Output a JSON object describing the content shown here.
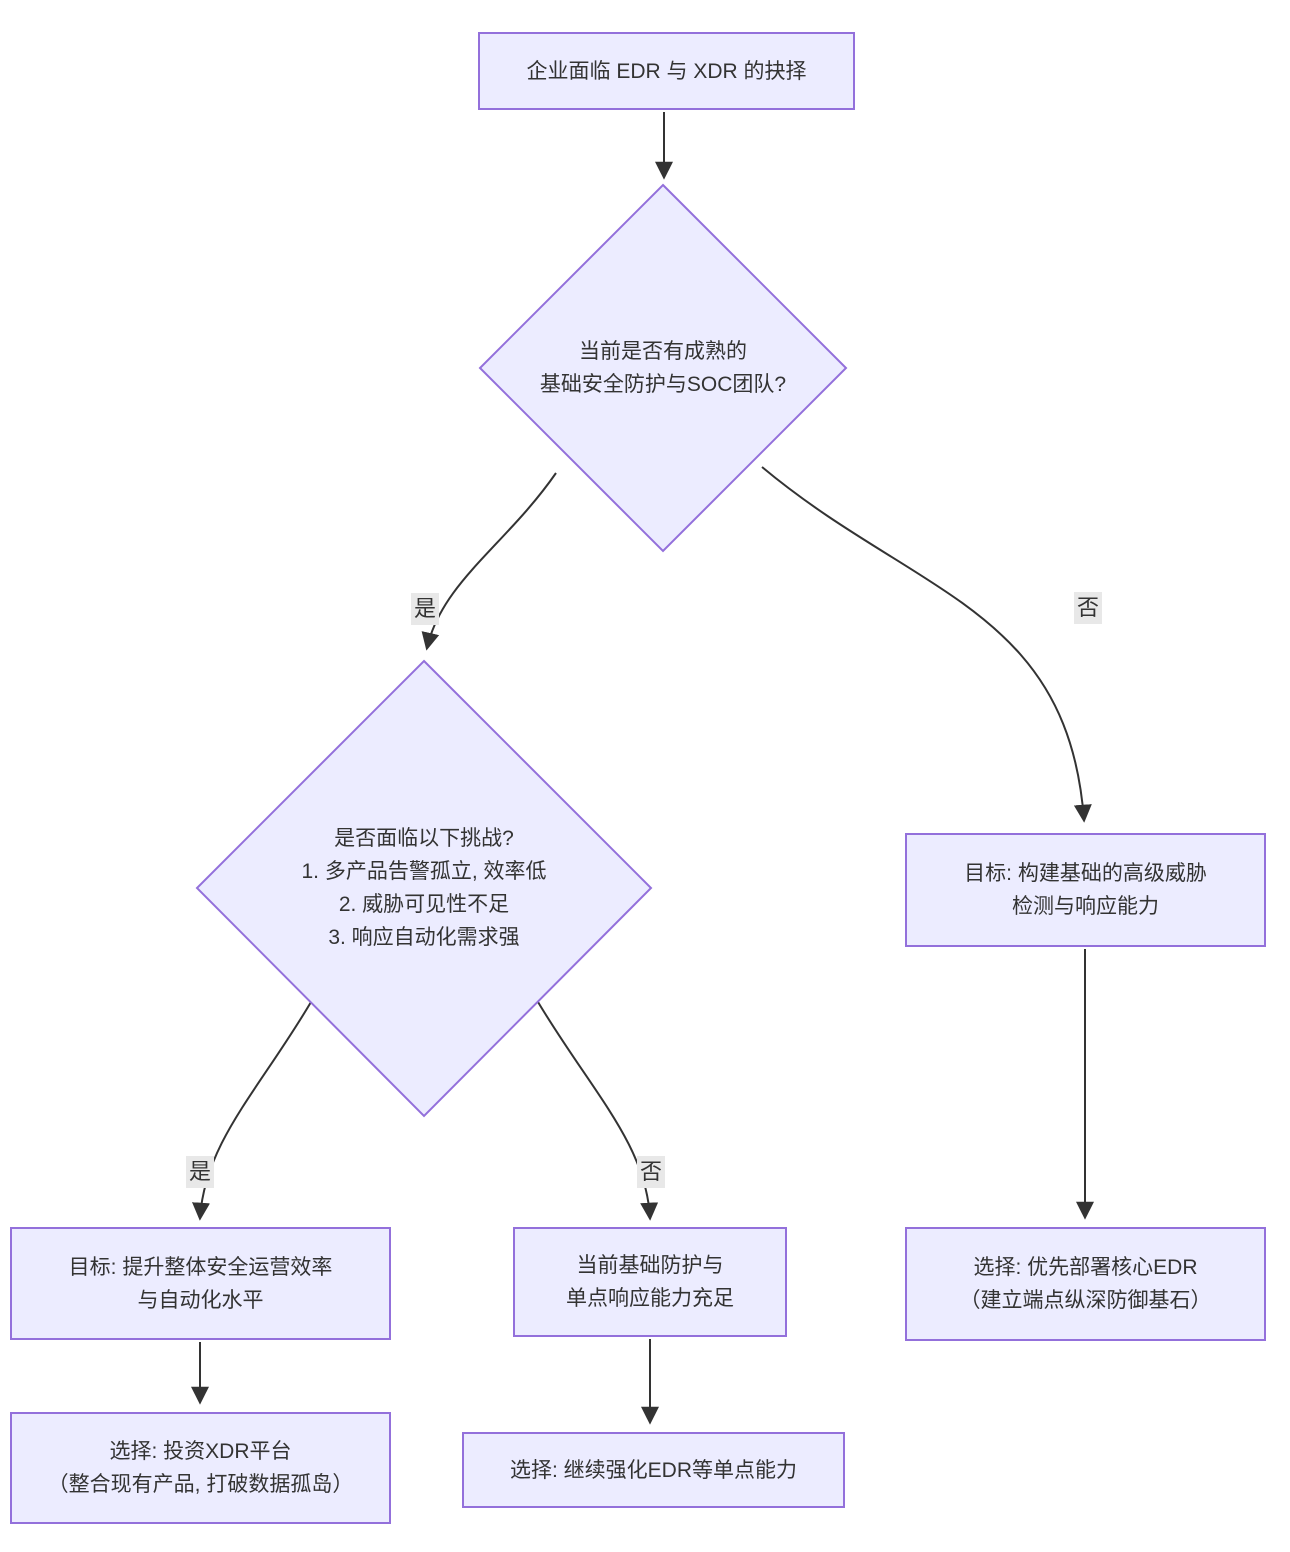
{
  "diagram": {
    "type": "flowchart",
    "direction": "top-down",
    "topic": "EDR vs XDR decision flowchart",
    "colors": {
      "canvas_bg": "#ffffff",
      "node_fill": "#ECECFF",
      "node_border": "#9370DB",
      "edge_color": "#333333",
      "text_color": "#333333",
      "edge_label_bg": "#e8e8e8"
    },
    "nodes": {
      "start": {
        "shape": "rect",
        "lines": [
          "企业面临 EDR 与 XDR 的抉择"
        ]
      },
      "decision1": {
        "shape": "diamond",
        "lines": [
          "当前是否有成熟的",
          "基础安全防护与SOC团队?"
        ]
      },
      "decision2": {
        "shape": "diamond",
        "lines": [
          "是否面临以下挑战?",
          "1. 多产品告警孤立, 效率低",
          "2. 威胁可见性不足",
          "3. 响应自动化需求强"
        ]
      },
      "goal_edr": {
        "shape": "rect",
        "lines": [
          "目标: 构建基础的高级威胁",
          "检测与响应能力"
        ]
      },
      "goal_xdr": {
        "shape": "rect",
        "lines": [
          "目标: 提升整体安全运营效率",
          "与自动化水平"
        ]
      },
      "sufficient": {
        "shape": "rect",
        "lines": [
          "当前基础防护与",
          "单点响应能力充足"
        ]
      },
      "choice_xdr": {
        "shape": "rect",
        "lines": [
          "选择: 投资XDR平台",
          "（整合现有产品, 打破数据孤岛）"
        ]
      },
      "choice_edr_strengthen": {
        "shape": "rect",
        "lines": [
          "选择: 继续强化EDR等单点能力"
        ]
      },
      "choice_edr_core": {
        "shape": "rect",
        "lines": [
          "选择: 优先部署核心EDR",
          "（建立端点纵深防御基石）"
        ]
      }
    },
    "edges": [
      {
        "from": "start",
        "to": "decision1",
        "label": ""
      },
      {
        "from": "decision1",
        "to": "decision2",
        "label": "是"
      },
      {
        "from": "decision1",
        "to": "goal_edr",
        "label": "否"
      },
      {
        "from": "decision2",
        "to": "goal_xdr",
        "label": "是"
      },
      {
        "from": "decision2",
        "to": "sufficient",
        "label": "否"
      },
      {
        "from": "goal_xdr",
        "to": "choice_xdr",
        "label": ""
      },
      {
        "from": "sufficient",
        "to": "choice_edr_strengthen",
        "label": ""
      },
      {
        "from": "goal_edr",
        "to": "choice_edr_core",
        "label": ""
      }
    ]
  }
}
